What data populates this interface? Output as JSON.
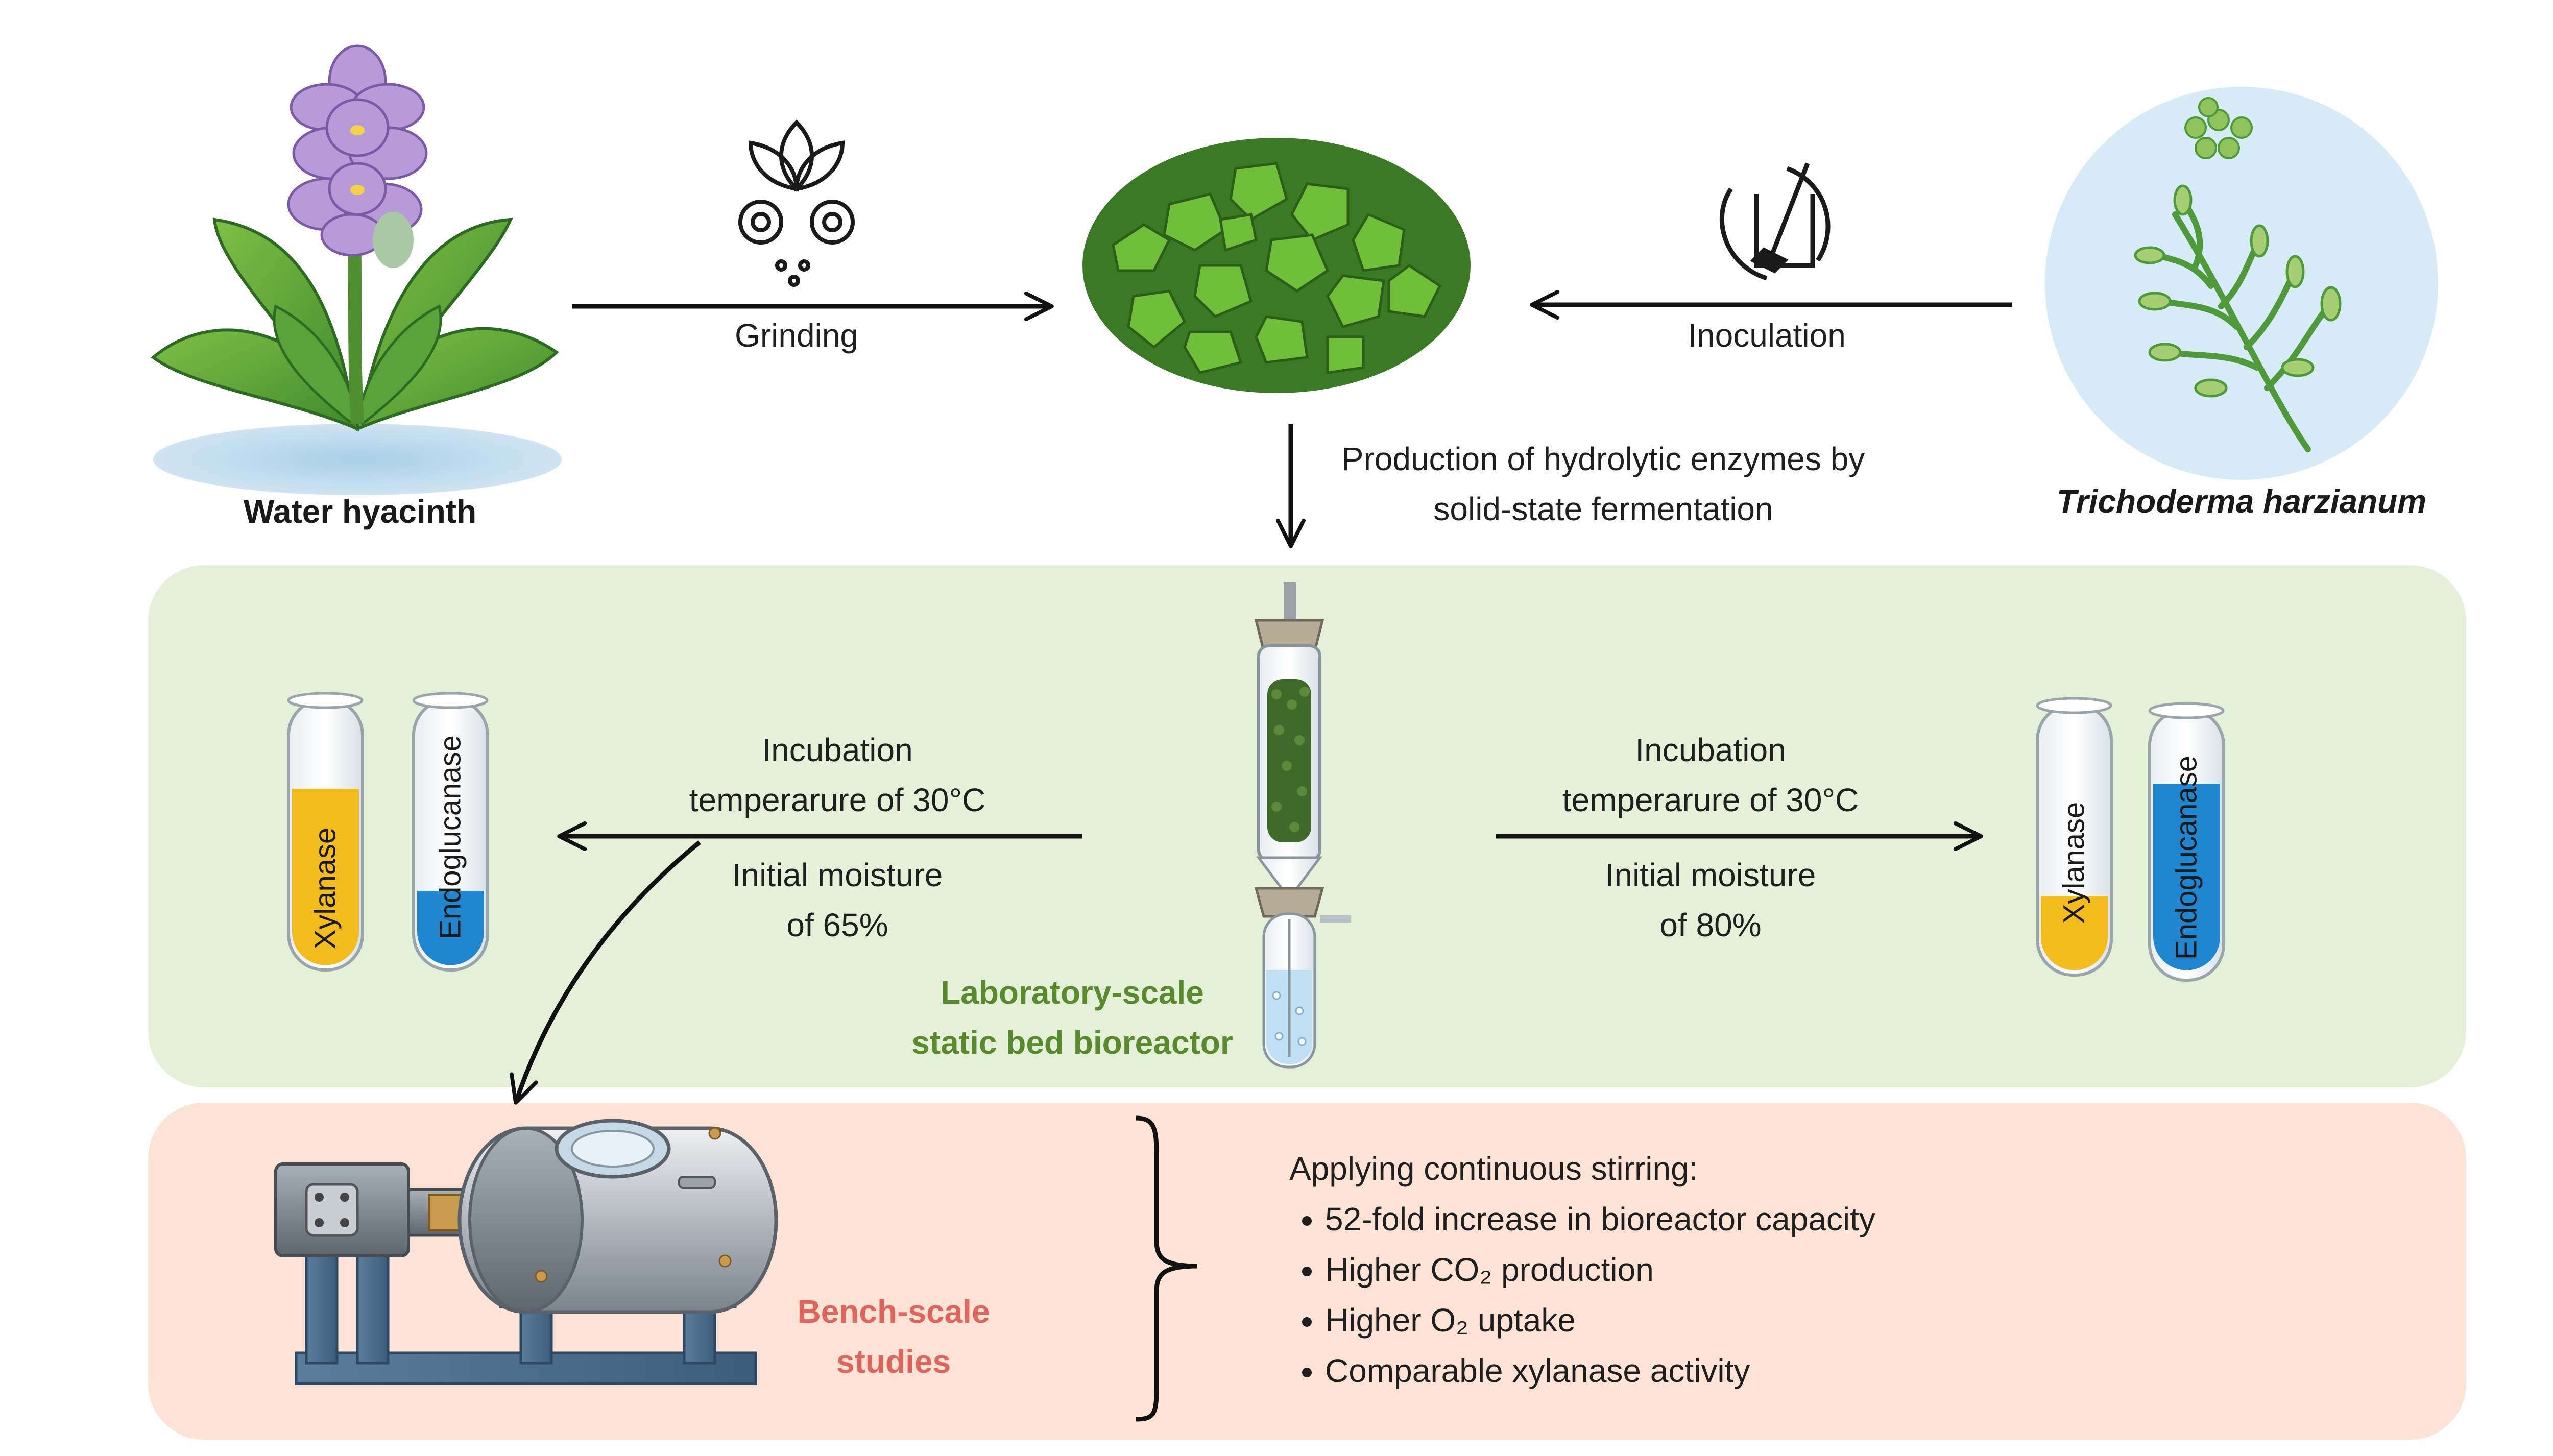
{
  "sources": {
    "plant_label": "Water hyacinth",
    "fungus_label": "Trichoderma harzianum"
  },
  "steps": {
    "grinding": "Grinding",
    "inoculation": "Inoculation",
    "fermentation_line1": "Production of hydrolytic enzymes by",
    "fermentation_line2": "solid-state fermentation"
  },
  "lab_panel": {
    "left_condition": {
      "incubation_line1": "Incubation",
      "incubation_line2": "temperarure of 30°C",
      "moisture_line1": "Initial moisture",
      "moisture_line2": "of 65%"
    },
    "right_condition": {
      "incubation_line1": "Incubation",
      "incubation_line2": "temperarure of 30°C",
      "moisture_line1": "Initial moisture",
      "moisture_line2": "of 80%"
    },
    "reactor_label_line1": "Laboratory-scale",
    "reactor_label_line2": "static bed bioreactor",
    "tubes_left": [
      "Xylanase",
      "Endoglucanase"
    ],
    "tubes_right": [
      "Xylanase",
      "Endoglucanase"
    ]
  },
  "bench_panel": {
    "label_line1": "Bench-scale",
    "label_line2": "studies",
    "heading": "Applying continuous stirring:",
    "benefits": [
      "52-fold increase in bioreactor capacity",
      "Higher CO₂ production",
      "Higher O₂ uptake",
      "Comparable xylanase activity"
    ]
  },
  "colors": {
    "lab_panel_bg": "#e4f1d8",
    "bench_panel_bg": "#fde3d5",
    "reactor_label": "#5a8a2e",
    "bench_label": "#e0645a",
    "xylanase": "#f2bd1c",
    "endoglucanase": "#1f86cf",
    "fungus_circle": "#d7ebf7"
  }
}
